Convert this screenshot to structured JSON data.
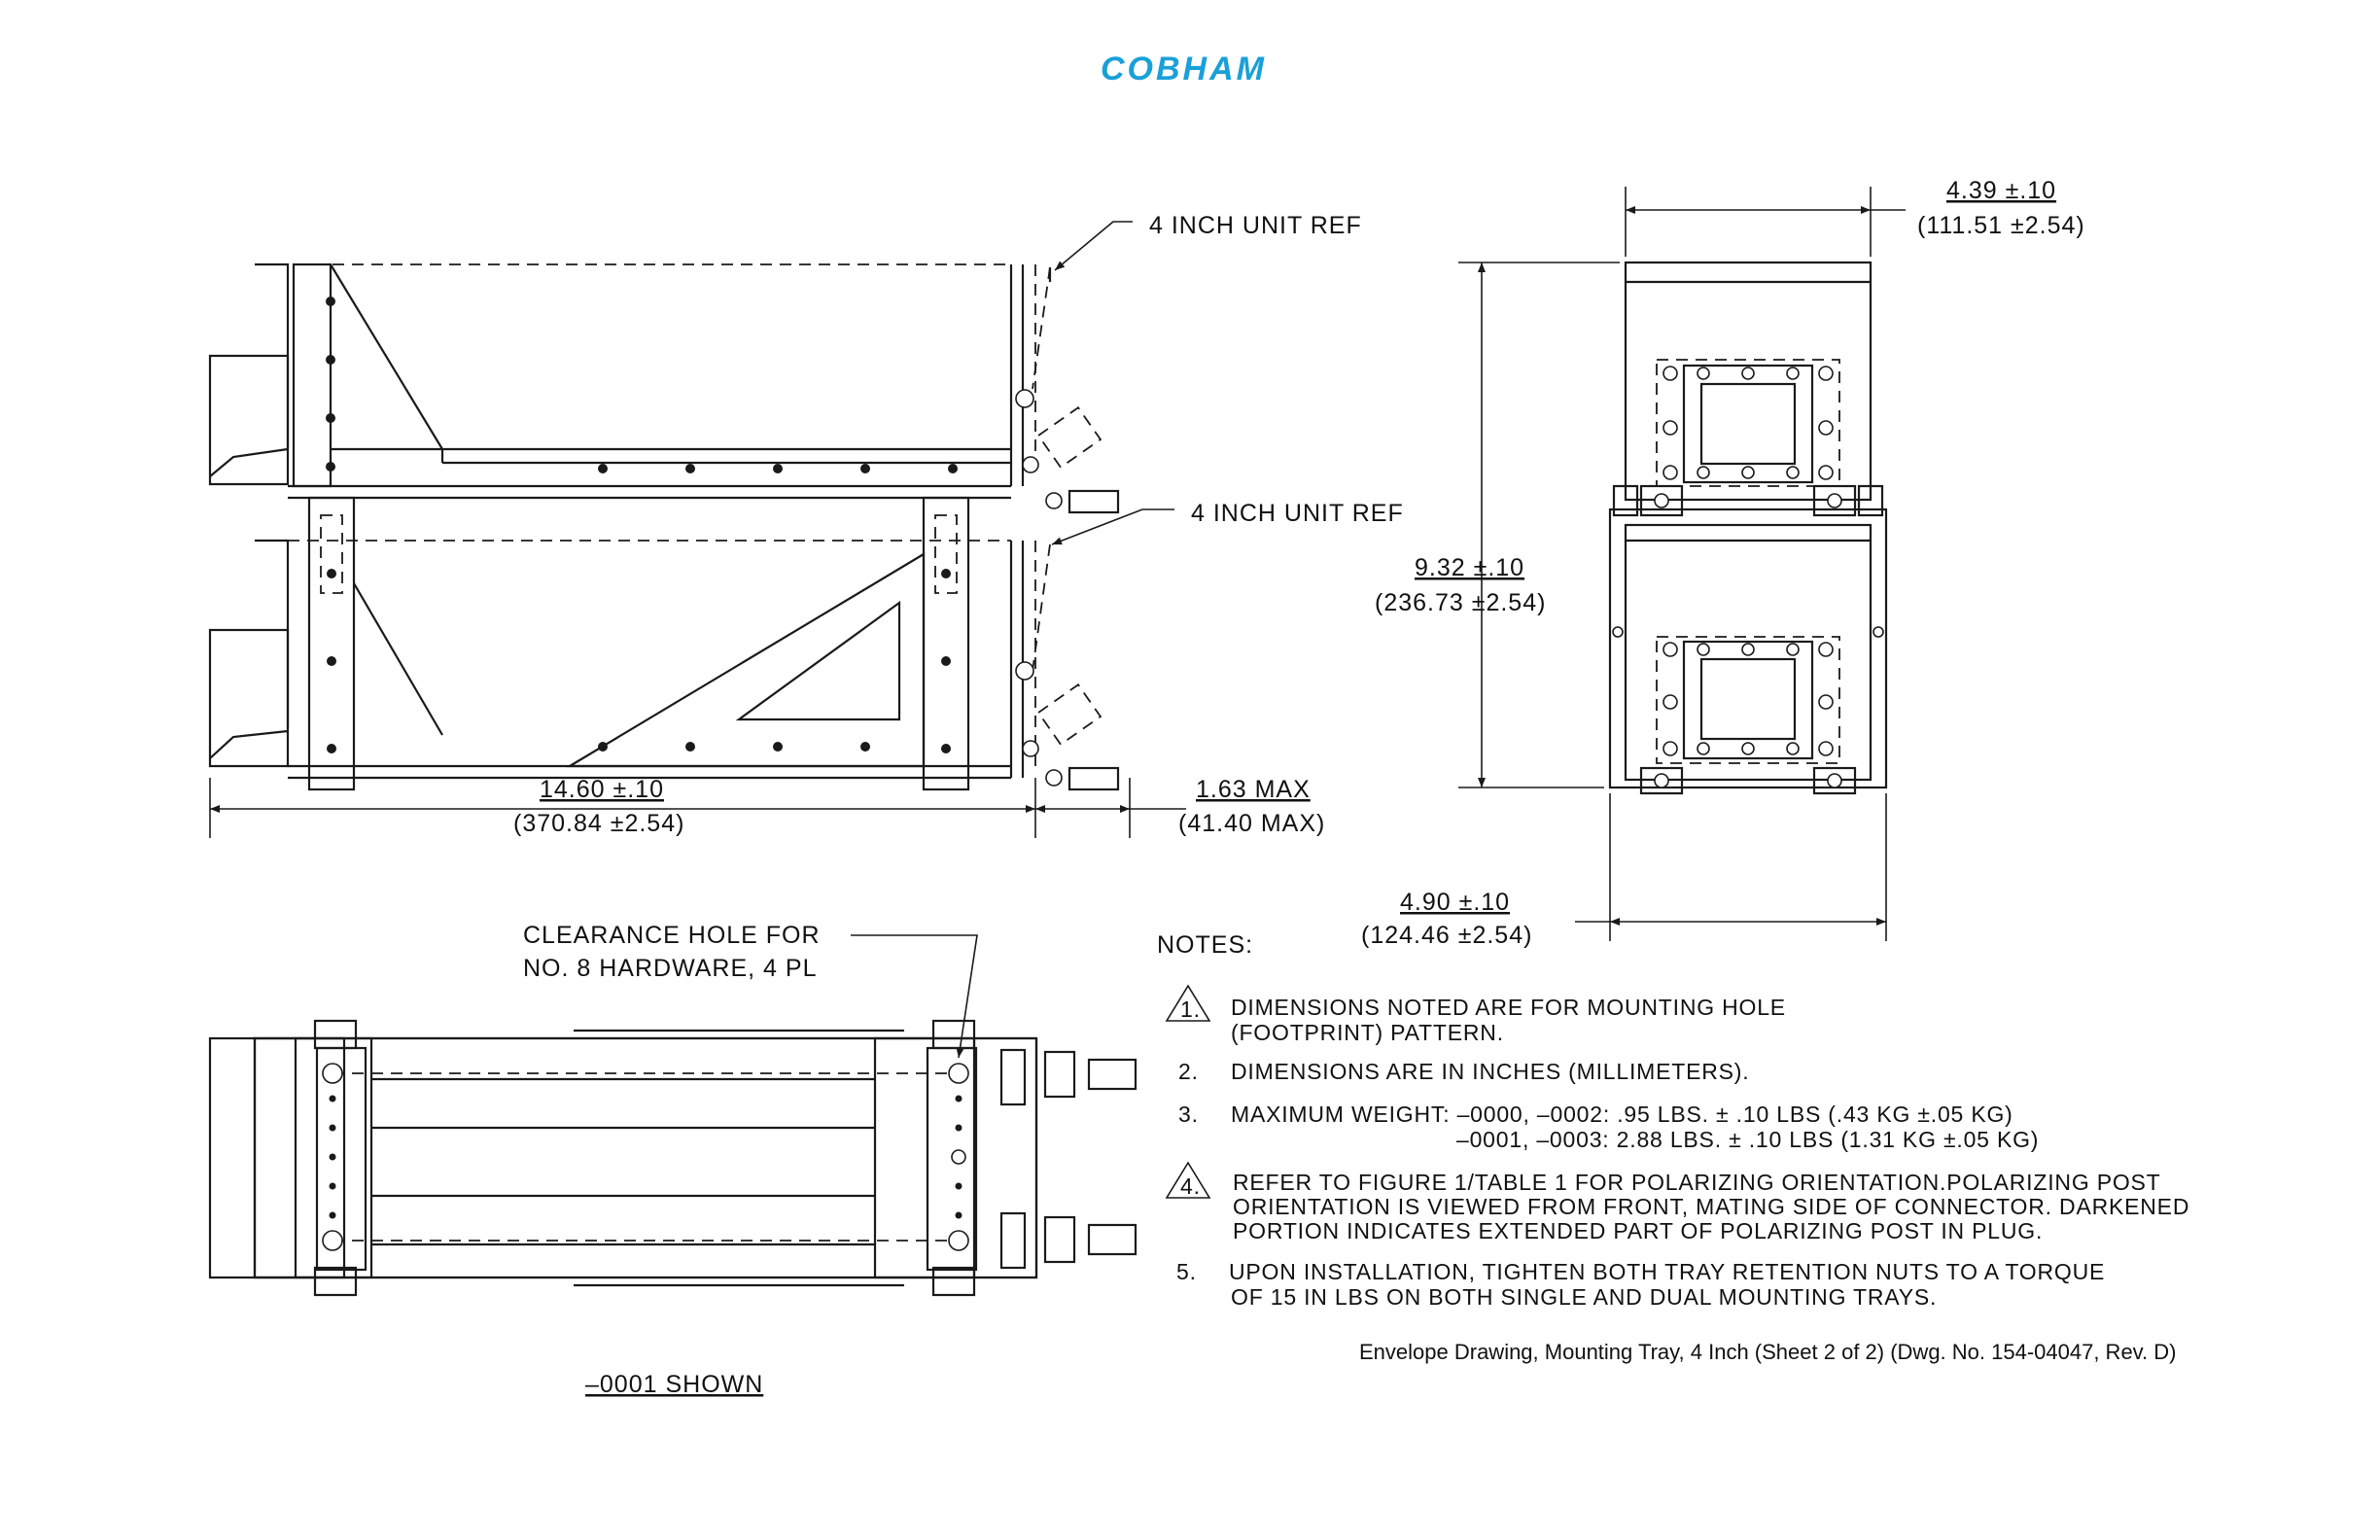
{
  "logo": {
    "text": "COBHAM",
    "color": "#1aa0d8"
  },
  "side_view": {
    "ref_label_top": "4 INCH UNIT REF",
    "ref_label_bottom": "4 INCH UNIT REF",
    "dim_length": "14.60 ±.10",
    "dim_length_mm": "(370.84 ±2.54)",
    "dim_max": "1.63 MAX",
    "dim_max_mm": "(41.40 MAX)"
  },
  "front_view": {
    "dim_width_top": "4.39 ±.10",
    "dim_width_top_mm": "(111.51 ±2.54)",
    "dim_height": "9.32 ±.10",
    "dim_height_mm": "(236.73 ±2.54)",
    "dim_width_bottom": "4.90 ±.10",
    "dim_width_bottom_mm": "(124.46 ±2.54)"
  },
  "top_view": {
    "clearance_line1": "CLEARANCE HOLE FOR",
    "clearance_line2": "NO. 8 HARDWARE, 4 PL",
    "shown_label": "–0001 SHOWN"
  },
  "notes": {
    "heading": "NOTES:",
    "n1_marker": "1.",
    "n1_line1": "DIMENSIONS NOTED ARE FOR MOUNTING HOLE",
    "n1_line2": "(FOOTPRINT) PATTERN.",
    "n2_marker": "2.",
    "n2_line1": "DIMENSIONS ARE IN INCHES (MILLIMETERS).",
    "n3_marker": "3.",
    "n3_line1": "MAXIMUM WEIGHT: –0000, –0002: .95 LBS. ± .10 LBS (.43 KG ±.05 KG)",
    "n3_line2": "–0001, –0003: 2.88 LBS. ± .10 LBS (1.31 KG ±.05 KG)",
    "n4_marker": "4.",
    "n4_line1": "REFER TO FIGURE 1/TABLE 1 FOR POLARIZING ORIENTATION.POLARIZING POST",
    "n4_line2": "ORIENTATION IS VIEWED FROM FRONT, MATING SIDE OF CONNECTOR. DARKENED",
    "n4_line3": "PORTION INDICATES EXTENDED PART OF POLARIZING POST IN PLUG.",
    "n5_marker": "5.",
    "n5_line1": "UPON INSTALLATION, TIGHTEN BOTH TRAY RETENTION NUTS TO A TORQUE",
    "n5_line2": "OF 15 IN LBS ON BOTH SINGLE AND DUAL MOUNTING TRAYS."
  },
  "caption": "Envelope Drawing, Mounting Tray, 4 Inch (Sheet 2 of 2) (Dwg. No. 154-04047, Rev. D)"
}
